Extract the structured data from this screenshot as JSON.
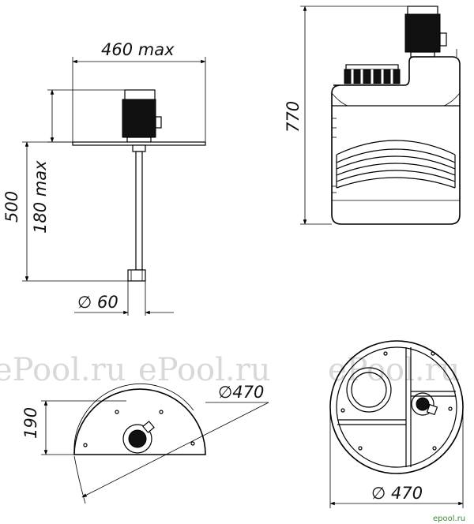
{
  "watermarks": [
    "ePool.ru",
    "ePool.ru",
    "ePool.ru"
  ],
  "corner_mark": "epool.ru",
  "mixer": {
    "width_dim": "460 max",
    "height_dim": "500",
    "depth_dim": "180 max",
    "shaft_dim": "∅ 60"
  },
  "tank": {
    "height_dim": "770"
  },
  "half_cover": {
    "height_dim": "190",
    "diameter_dim": "∅470"
  },
  "round_cover": {
    "diameter_dim": "∅ 470"
  }
}
